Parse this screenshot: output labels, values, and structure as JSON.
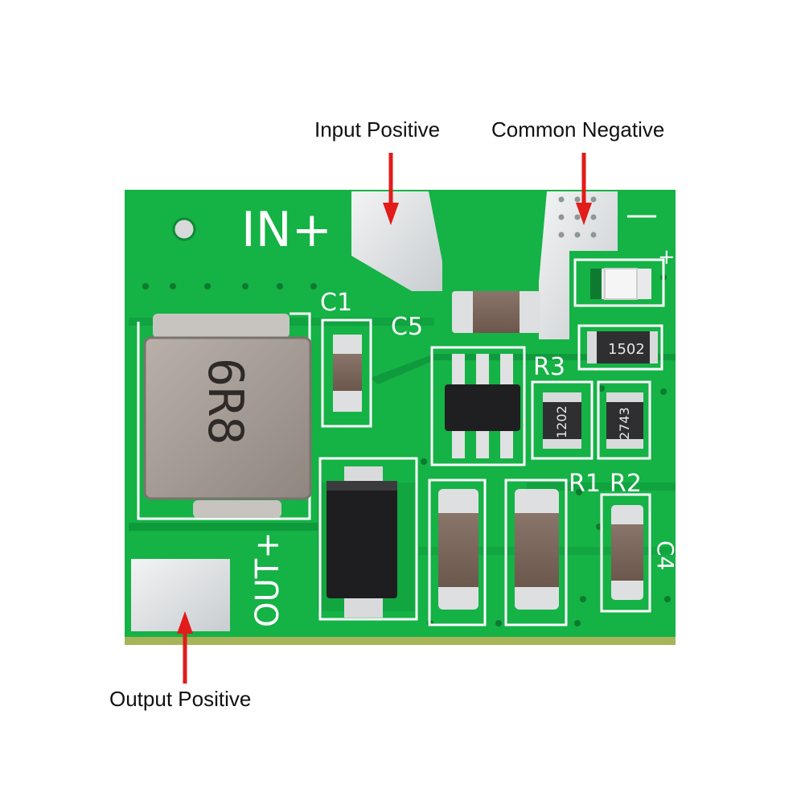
{
  "callouts": {
    "input_positive": "Input Positive",
    "common_negative": "Common Negative",
    "output_positive": "Output Positive"
  },
  "silkscreen": {
    "in_plus": "IN+",
    "out_plus": "OUT+",
    "minus": "—",
    "plus_small": "+",
    "c1": "C1",
    "c5": "C5",
    "r3": "R3",
    "r1": "R1",
    "r2": "R2",
    "c4": "C4"
  },
  "component_markings": {
    "inductor": "6R8",
    "resistor_top": "1502",
    "resistor_r1": "1202",
    "resistor_r2": "2743"
  },
  "colors": {
    "pcb_green": "#16b548",
    "trace_green": "#0c8a34",
    "pad_silver": "#d9dde0",
    "arrow_red": "#e21b1b"
  }
}
